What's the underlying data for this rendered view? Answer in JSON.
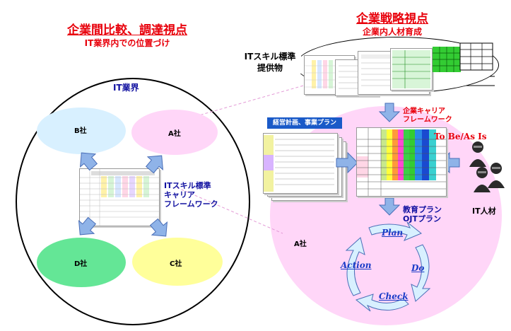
{
  "left": {
    "title": "企業間比較、調達視点",
    "subtitle": "IT業界内での位置づけ",
    "industry_label": "IT業界",
    "company_b": "B社",
    "company_a": "A社",
    "company_d": "D社",
    "company_c": "C社",
    "framework_label": [
      "ITスキル標準",
      "キャリア",
      "フレームワーク"
    ]
  },
  "right": {
    "title": "企業戦略視点",
    "subtitle": "企業内人材育成",
    "provided_label": [
      "ITスキル標準",
      "提供物"
    ],
    "plan_doc_label": "経営計画、事業プラン",
    "career_fw_label": [
      "企業キャリア",
      "フレームワーク"
    ],
    "to_be_as_is": "To Be/As Is",
    "it_people": "IT人材",
    "education_plan": [
      "教育プラン",
      "OJTプラン"
    ],
    "company_a": "A社",
    "pdca": {
      "plan": "Plan",
      "do": "Do",
      "check": "Check",
      "action": "Action"
    }
  },
  "colors": {
    "accent_red": "#e8000b",
    "pink": "#ffd6f8",
    "light_blue": "#d8f0ff",
    "green": "#64e696",
    "yellow": "#ffff9a",
    "arrow_blue": "#8fb3e8"
  }
}
